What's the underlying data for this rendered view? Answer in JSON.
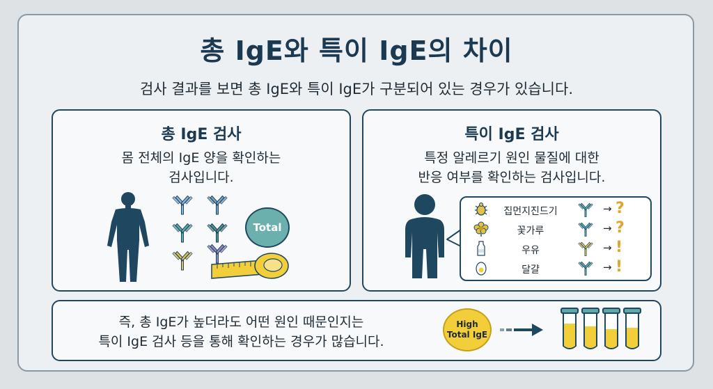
{
  "title": "총 IgE와 특이 IgE의 차이",
  "subtitle": "검사 결과를 보면 총 IgE와 특이 IgE가 구분되어 있는 경우가 있습니다.",
  "left_panel": {
    "title": "총 IgE 검사",
    "desc_line1": "몸 전체의 IgE 양을 확인하는",
    "desc_line2": "검사입니다.",
    "total_label": "Total",
    "icons": [
      "human-body-icon",
      "antibody-icon",
      "measuring-tape-icon"
    ]
  },
  "right_panel": {
    "title": "특이 IgE 검사",
    "desc_line1": "특정 알레르기 원인 물질에 대한",
    "desc_line2": "반응 여부를 확인하는 검사입니다.",
    "allergens": [
      {
        "label": "집먼지진드기",
        "icon": "dust-mite-icon",
        "arrow": "→",
        "symbol": "?"
      },
      {
        "label": "꽃가루",
        "icon": "pollen-flower-icon",
        "arrow": "→",
        "symbol": "?"
      },
      {
        "label": "우유",
        "icon": "milk-bottle-icon",
        "arrow": "→",
        "symbol": "!"
      },
      {
        "label": "달걀",
        "icon": "egg-icon",
        "arrow": "→",
        "symbol": "!"
      }
    ]
  },
  "bottom_panel": {
    "text_line1": "즉, 총 IgE가 높더라도 어떤 원인 때문인지는",
    "text_line2": "특이 IgE 검사 등을 통해 확인하는 경우가 많습니다.",
    "badge_line1": "High",
    "badge_line2": "Total IgE",
    "icons": [
      "arrow-right-icon",
      "test-tube-icon"
    ]
  },
  "colors": {
    "navy": "#1f4760",
    "title": "#1b3a52",
    "teal": "#5fa8a8",
    "yellow": "#f2cf3a",
    "question_orange": "#e0a52a"
  }
}
